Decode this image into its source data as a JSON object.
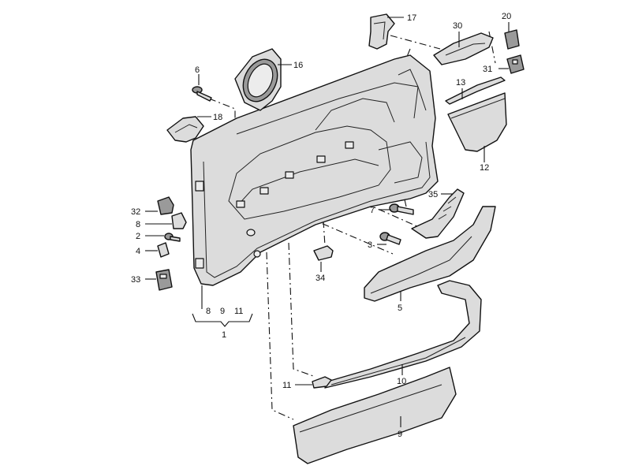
{
  "callouts": [
    {
      "id": "c1",
      "text": "1"
    },
    {
      "id": "c2",
      "text": "2"
    },
    {
      "id": "c3",
      "text": "3"
    },
    {
      "id": "c4",
      "text": "4"
    },
    {
      "id": "c5",
      "text": "5"
    },
    {
      "id": "c6",
      "text": "6"
    },
    {
      "id": "c7",
      "text": "7"
    },
    {
      "id": "c8",
      "text": "8"
    },
    {
      "id": "c9",
      "text": "9"
    },
    {
      "id": "c10",
      "text": "10"
    },
    {
      "id": "c11",
      "text": "11"
    },
    {
      "id": "c12",
      "text": "12"
    },
    {
      "id": "c13",
      "text": "13"
    },
    {
      "id": "c16",
      "text": "16"
    },
    {
      "id": "c17",
      "text": "17"
    },
    {
      "id": "c18",
      "text": "18"
    },
    {
      "id": "c20",
      "text": "20"
    },
    {
      "id": "c30",
      "text": "30"
    },
    {
      "id": "c31",
      "text": "31"
    },
    {
      "id": "c32",
      "text": "32"
    },
    {
      "id": "c33",
      "text": "33"
    },
    {
      "id": "c34",
      "text": "34"
    },
    {
      "id": "c35",
      "text": "35"
    }
  ],
  "group_labels": {
    "sub_8": "8",
    "sub_9": "9",
    "sub_11": "11",
    "total": "1"
  }
}
